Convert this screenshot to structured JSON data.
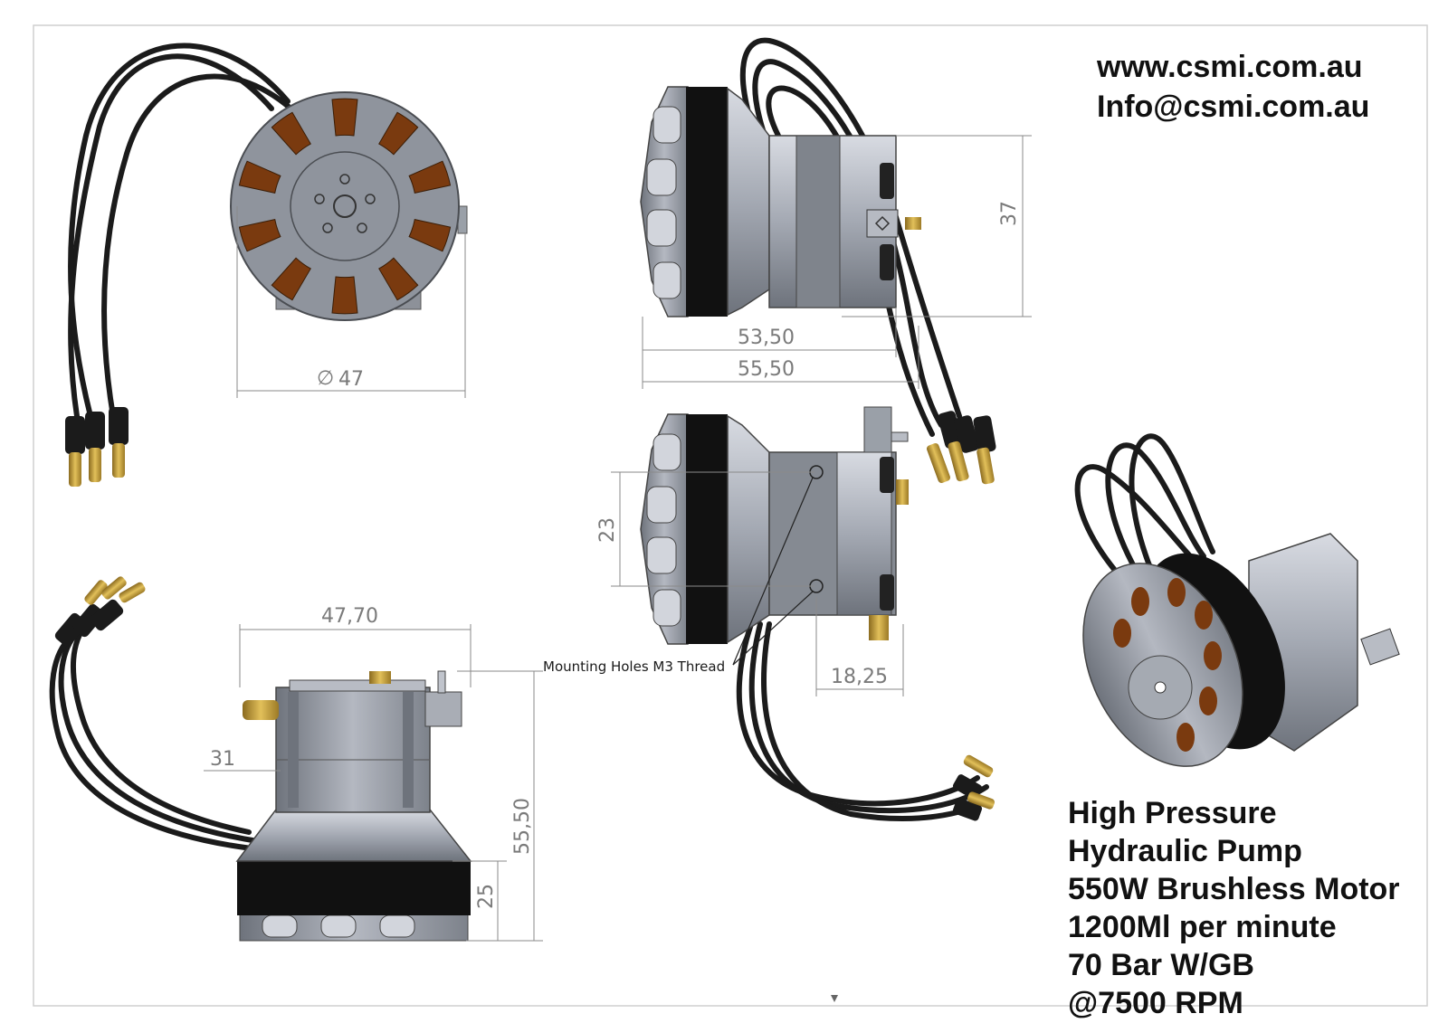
{
  "contact": {
    "website": "www.csmi.com.au",
    "email": "Info@csmi.com.au"
  },
  "specs": [
    "High Pressure",
    "Hydraulic Pump",
    "550W Brushless Motor",
    "1200Ml per minute",
    "70 Bar W/GB",
    "@7500 RPM"
  ],
  "dimensions": {
    "diameter": "47",
    "len_5350": "53,50",
    "len_5550": "55,50",
    "height_37": "37",
    "spacing_23": "23",
    "offset_1825": "18,25",
    "width_4770": "47,70",
    "side_31": "31",
    "height_25": "25",
    "height_5550": "55,50"
  },
  "annotations": {
    "mounting_holes": "Mounting Holes M3 Thread"
  },
  "colors": {
    "copper": "#7a3a0f",
    "steel": "#8e939e",
    "steel_light": "#c9ccd3",
    "band": "#111111",
    "brass": "#c9a23a"
  }
}
